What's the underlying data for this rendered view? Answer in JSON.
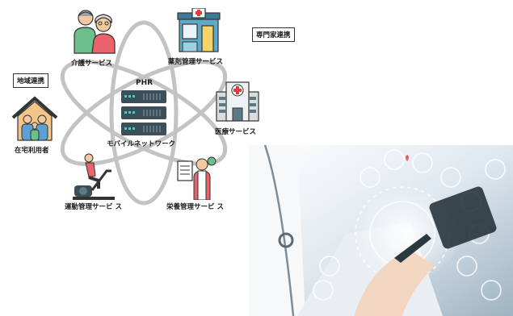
{
  "center": {
    "title": "PHR",
    "network": "モバイルネットワーク"
  },
  "nodes": {
    "care": "介護サービス",
    "pharmacy": "薬剤管理サービス",
    "medical": "医療サービス",
    "home": "在宅利用者",
    "exercise": "運動管理サービ ス",
    "nutrition": "栄養管理サービ ス"
  },
  "tags": {
    "regional": "地域連携",
    "expert": "専門家連携"
  },
  "colors": {
    "orbit": "#b8b8b8",
    "server": "#3c4e57",
    "led": "#3fd0c8",
    "photo_bg": "#dde6ee",
    "accent": "#e23b3b"
  }
}
